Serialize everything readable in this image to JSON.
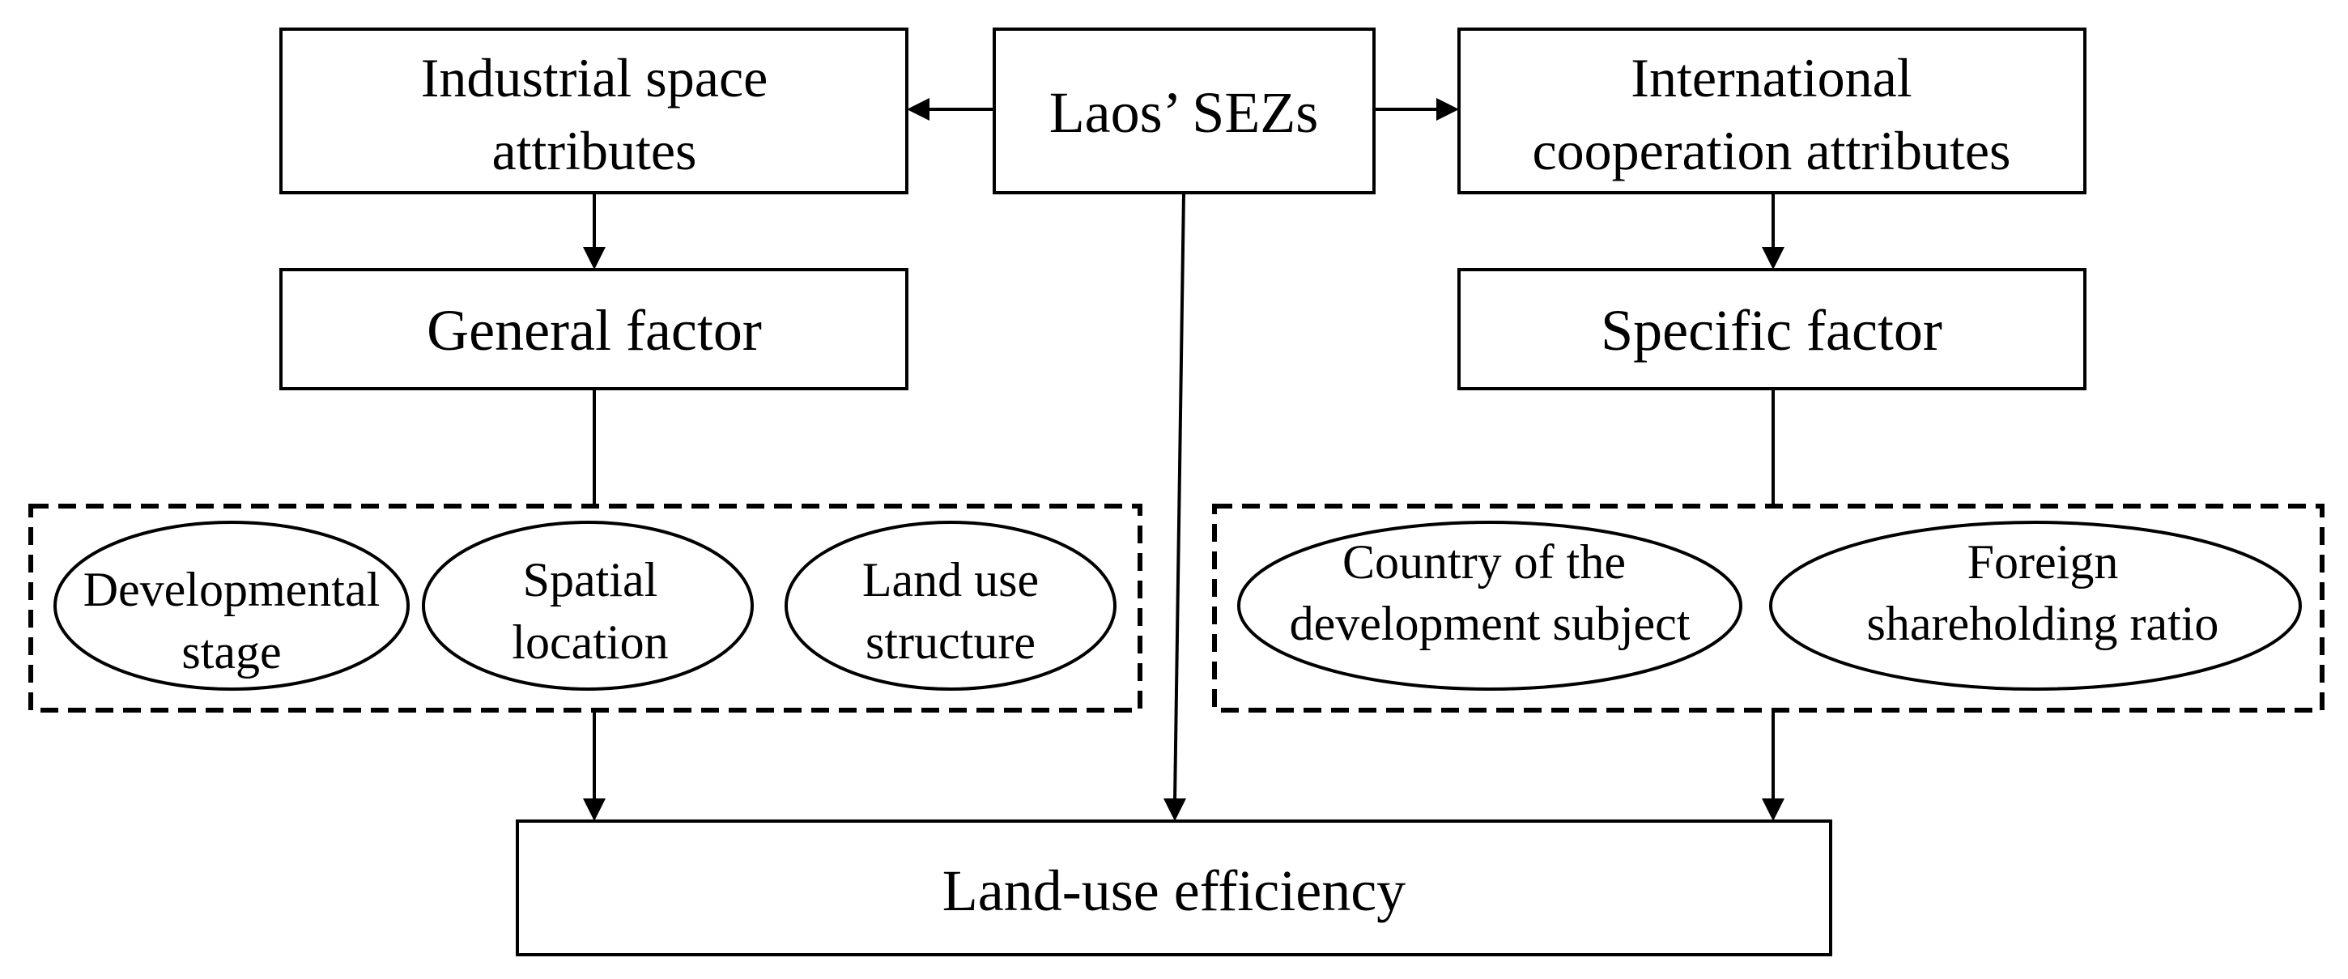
{
  "nodes": {
    "sezs": "Laos’ SEZs",
    "industrial": [
      "Industrial space",
      "attributes"
    ],
    "international": [
      "International",
      "cooperation attributes"
    ],
    "general": "General factor",
    "specific": "Specific factor",
    "efficiency": "Land-use efficiency"
  },
  "general_factors": [
    [
      "Developmental",
      "stage"
    ],
    [
      "Spatial",
      "location"
    ],
    [
      "Land use",
      "structure"
    ]
  ],
  "specific_factors": [
    [
      "Country of the",
      "development subject"
    ],
    [
      "Foreign",
      "shareholding ratio"
    ]
  ]
}
